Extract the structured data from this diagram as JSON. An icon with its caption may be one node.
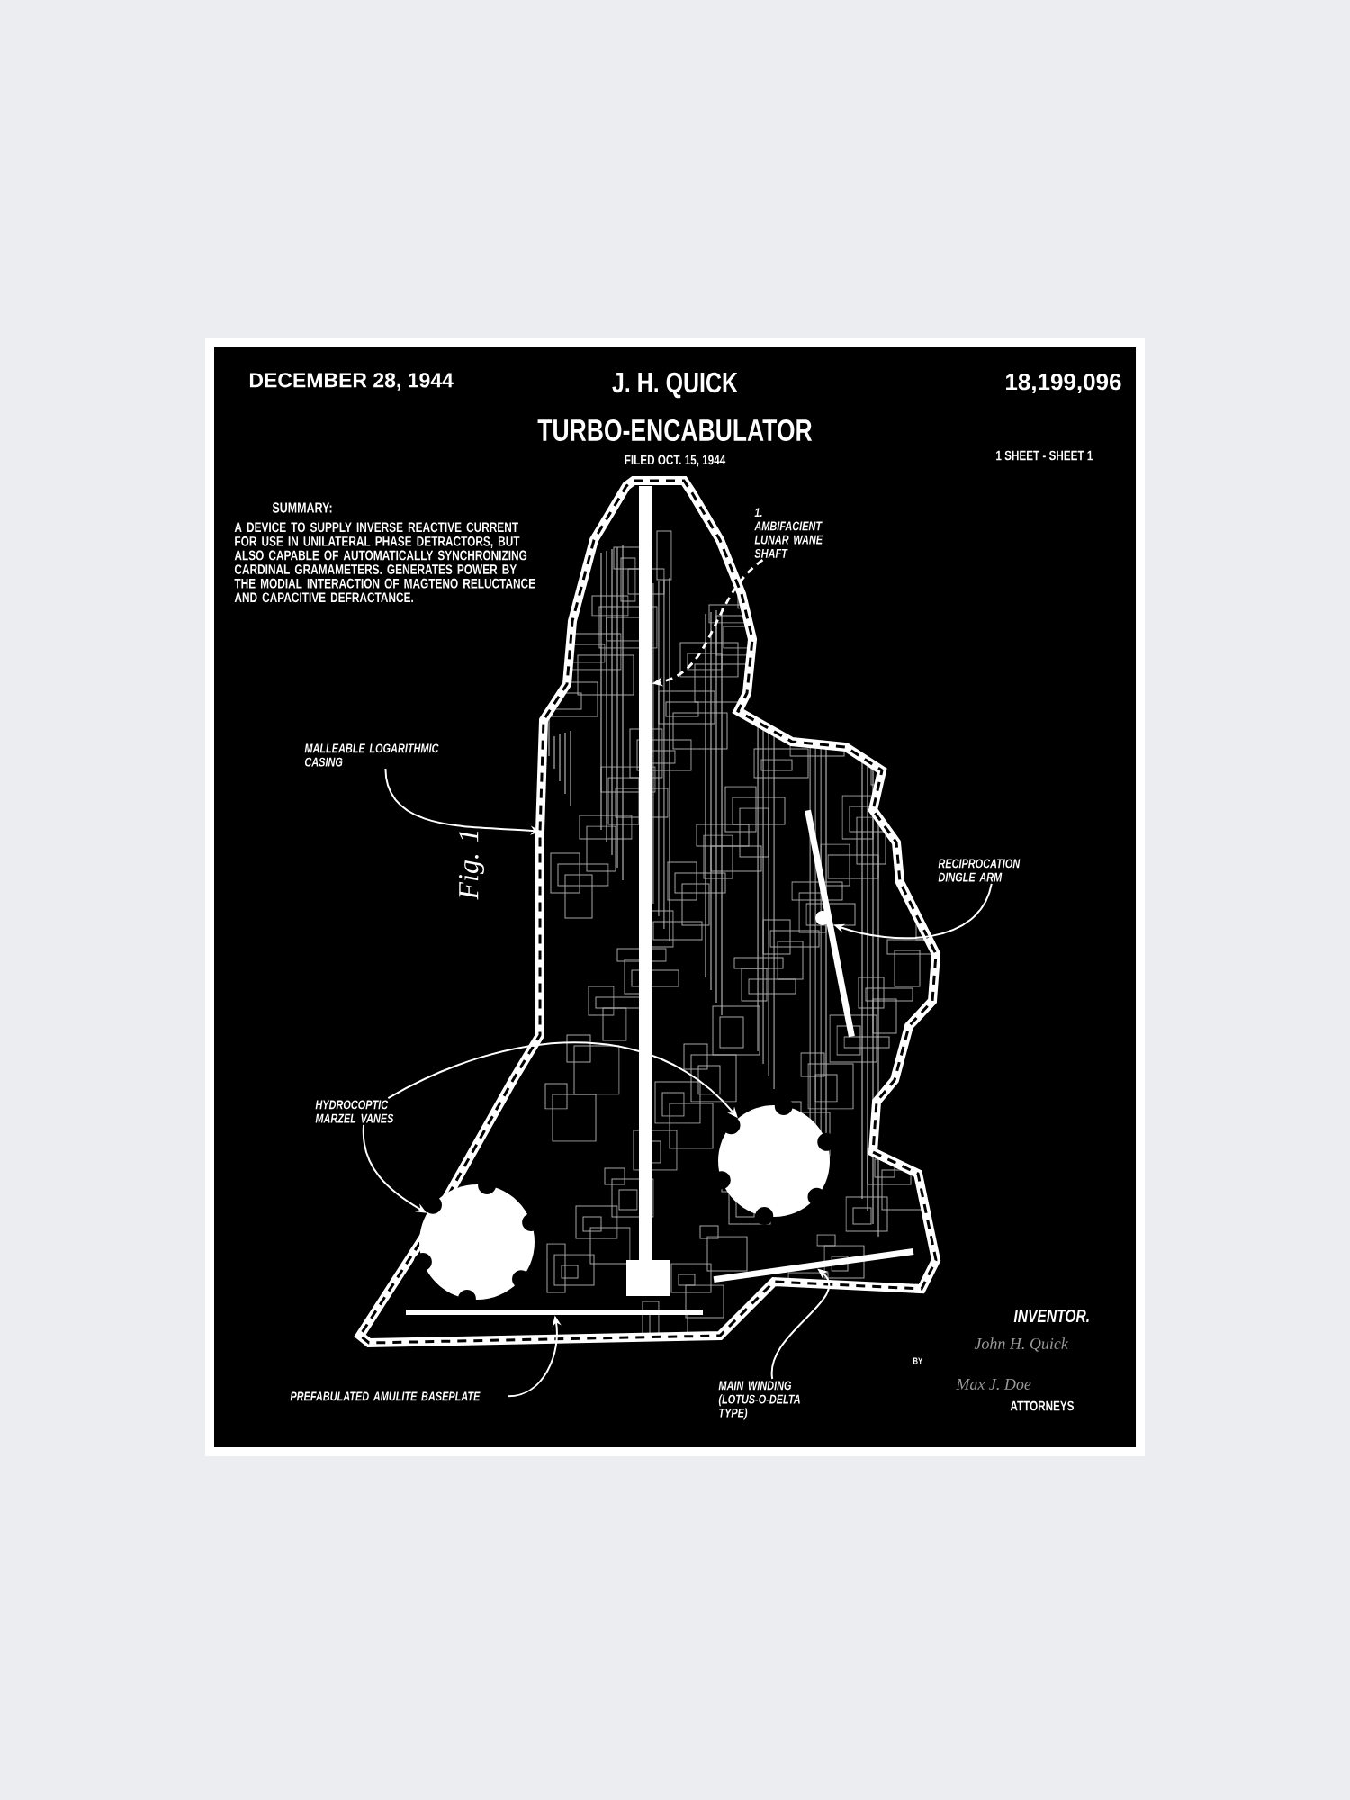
{
  "diagram": {
    "title": "TURBO-ENCABULATOR",
    "nodes": [
      {
        "text": [
          "1.",
          "AMBIFACIENT LUNAR WANE SHAFT"
        ]
      },
      {
        "text": [],
        "shape": "bar",
        "in": 3
      },
      {
        "text": [
          "MALLEABLE LOGARITHMIC CASING"
        ]
      },
      {
        "text": [],
        "shape": "picture"
      },
      {
        "text": [
          "RECIPROCATION DINGLE ARM"
        ]
      },
      {
        "text": [],
        "shape": "bar",
        "in": 3
      },
      {
        "text": [
          "HYDROCOPTIC MARZEL VANES"
        ]
      },
      {
        "text": [],
        "shape": "circle",
        "in": 3
      },
      {
        "text": [],
        "shape": "circle",
        "in": 3
      },
      {
        "text": [
          "PREFABULATED AMULITE BASEPLATE"
        ]
      },
      {
        "text": [],
        "shape": "bar",
        "in": 3
      },
      {
        "text": [
          "MAIN WINDING (LOTUS-O-DELTA TYPE)"
        ]
      },
      {
        "text": [],
        "shape": "bar",
        "in": 3
      }
    ],
    "edges": [
      {
        "from": 0,
        "to": 1,
        "arrow": "to",
        "style": "dashed"
      },
      {
        "from": 2,
        "to": 3,
        "arrow": "to"
      },
      {
        "from": 4,
        "to": 5,
        "arrow": "to"
      },
      {
        "from": 6,
        "to": 7,
        "arrow": "to"
      },
      {
        "from": 6,
        "to": 8,
        "arrow": "to"
      },
      {
        "from": 9,
        "to": 10,
        "arrow": "to"
      },
      {
        "from": 11,
        "to": 12,
        "arrow": "to"
      }
    ],
    "labels": [
      "DECEMBER 28, 1944",
      "J. H. QUICK",
      "18,199,096",
      "1 SHEET - SHEET 1",
      "FILED OCT. 15, 1944",
      "SUMMARY:",
      "A DEVICE TO SUPPLY INVERSE REACTIVE CURRENT FOR USE IN UNILATERAL PHASE DETRACTORS, BUT ALSO CAPABLE OF AUTOMATICALLY SYNCHRONIZING CARDINAL GRAMAMETERS. GENERATES POWER BY THE MODIAL INTERACTION OF MAGTENO RELUCTANCE AND CAPACITIVE DEFRACTANCE.",
      "Fig. 1",
      "INVENTOR.",
      "John H. Quick",
      "BY",
      "Max J. Doe",
      "ATTORNEYS"
    ]
  }
}
